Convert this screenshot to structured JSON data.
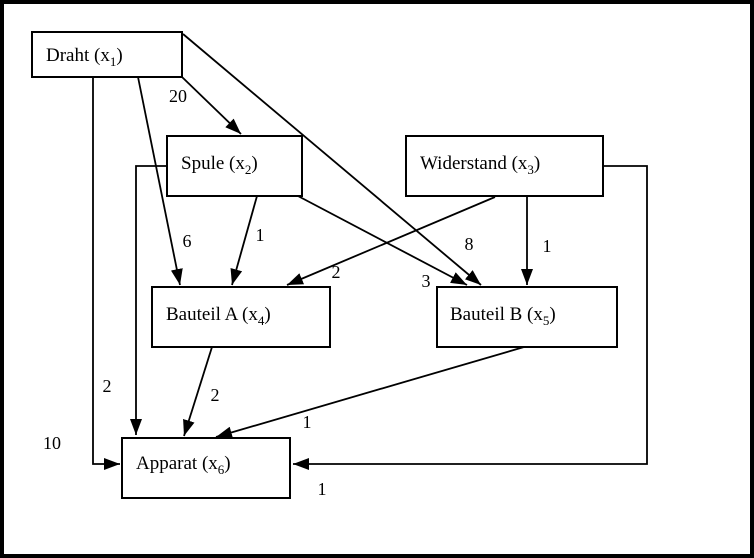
{
  "diagram": {
    "kind": "gozinto-graph",
    "colors": {
      "ink": "#000000",
      "paper": "#ffffff"
    },
    "nodes": [
      {
        "id": "x1",
        "name": "Draht",
        "label_prefix": "Draht (x",
        "label_sub": "1",
        "label_suffix": ")"
      },
      {
        "id": "x2",
        "name": "Spule",
        "label_prefix": "Spule (x",
        "label_sub": "2",
        "label_suffix": ")"
      },
      {
        "id": "x3",
        "name": "Widerstand",
        "label_prefix": "Widerstand (x",
        "label_sub": "3",
        "label_suffix": ")"
      },
      {
        "id": "x4",
        "name": "Bauteil A",
        "label_prefix": "Bauteil A (x",
        "label_sub": "4",
        "label_suffix": ")"
      },
      {
        "id": "x5",
        "name": "Bauteil B",
        "label_prefix": "Bauteil B (x",
        "label_sub": "5",
        "label_suffix": ")"
      },
      {
        "id": "x6",
        "name": "Apparat",
        "label_prefix": "Apparat (x",
        "label_sub": "6",
        "label_suffix": ")"
      }
    ],
    "edges": [
      {
        "from": "x1",
        "to": "x2",
        "weight": "20"
      },
      {
        "from": "x1",
        "to": "x4",
        "weight": "6"
      },
      {
        "from": "x1",
        "to": "x5",
        "weight": "8"
      },
      {
        "from": "x1",
        "to": "x6",
        "weight": "10"
      },
      {
        "from": "x2",
        "to": "x4",
        "weight": "1"
      },
      {
        "from": "x2",
        "to": "x5",
        "weight": "3"
      },
      {
        "from": "x2",
        "to": "x6",
        "weight": "2"
      },
      {
        "from": "x3",
        "to": "x4",
        "weight": "2"
      },
      {
        "from": "x3",
        "to": "x5",
        "weight": "1"
      },
      {
        "from": "x3",
        "to": "x6",
        "weight": "1"
      },
      {
        "from": "x4",
        "to": "x6",
        "weight": "2"
      },
      {
        "from": "x5",
        "to": "x6",
        "weight": "1"
      }
    ]
  }
}
